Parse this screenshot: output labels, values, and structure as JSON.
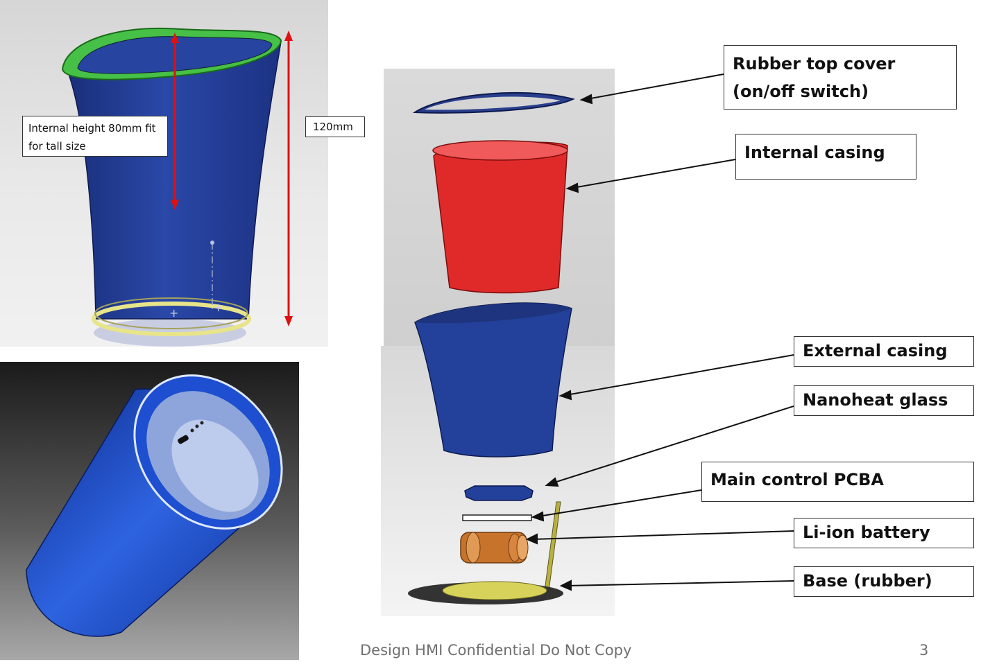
{
  "colors": {
    "external_casing": "#23409a",
    "internal_casing": "#e02a2a",
    "top_cover_accent": "#3dbb3d",
    "arrow_red": "#e01010",
    "battery": "#c8732b",
    "base": "#d7d25a"
  },
  "annotations": {
    "internal_height": "Internal height 80mm fit for tall size",
    "total_height": "120mm"
  },
  "parts": [
    {
      "label": "Rubber top cover (on/off switch)",
      "icon": "rubber-top-cover-part"
    },
    {
      "label": "Internal casing",
      "icon": "internal-casing-part"
    },
    {
      "label": "External casing",
      "icon": "external-casing-part"
    },
    {
      "label": "Nanoheat glass",
      "icon": "nanoheat-glass-part"
    },
    {
      "label": "Main control PCBA",
      "icon": "pcba-part"
    },
    {
      "label": "Li-ion battery",
      "icon": "battery-part"
    },
    {
      "label": "Base (rubber)",
      "icon": "base-part"
    }
  ],
  "footer": {
    "confidential": "Design HMI Confidential Do Not Copy",
    "page_number": "3"
  }
}
